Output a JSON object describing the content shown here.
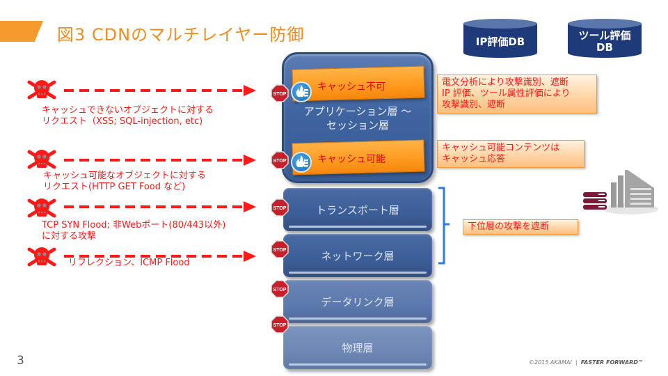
{
  "title": "図3  CDNのマルチレイヤー防御",
  "databases": [
    {
      "label": "IP評価DB"
    },
    {
      "label": "ツール評価\nDB"
    }
  ],
  "attacks": [
    {
      "text": "キャッシュできないオブジェクトに対する\nリクエスト（XSS; SQL-injection, etc)"
    },
    {
      "text": "キャッシュ可能なオブジェクトに対する\nリクエスト(HTTP GET Food など)"
    },
    {
      "text": "TCP SYN Flood; 非Webポート(80/443以外)\nに対する攻撃"
    },
    {
      "text": "リフレクション、ICMP Flood"
    }
  ],
  "stop_label": "STOP",
  "app_layer": {
    "label": "アプリケーション層 ～\nセッション層",
    "cache_no": "キャッシュ不可",
    "cache_yes": "キャッシュ可能"
  },
  "layers": [
    {
      "label": "トランスポート層"
    },
    {
      "label": "ネットワーク層"
    },
    {
      "label": "データリンク層"
    },
    {
      "label": "物理層"
    }
  ],
  "notes": {
    "uncacheable": "電文分析により攻撃識別、遮断\nIP 評価、ツール属性評価により\n攻撃識別、遮断",
    "cacheable": "キャッシュ可能コンテンツは\nキャッシュ応答",
    "lower_layers": "下位層の攻撃を遮断"
  },
  "footer": {
    "page_number": "3",
    "copyright": "©2015 AKAMAI",
    "separator": "|",
    "tagline": "FASTER FORWARD™"
  },
  "colors": {
    "accent_orange": "#f79a2e",
    "attack_red": "#ff1a1a",
    "layer_blue": "#3c5e98",
    "db_navy": "#1e3a78",
    "bracket_blue": "#2e7ae6"
  }
}
